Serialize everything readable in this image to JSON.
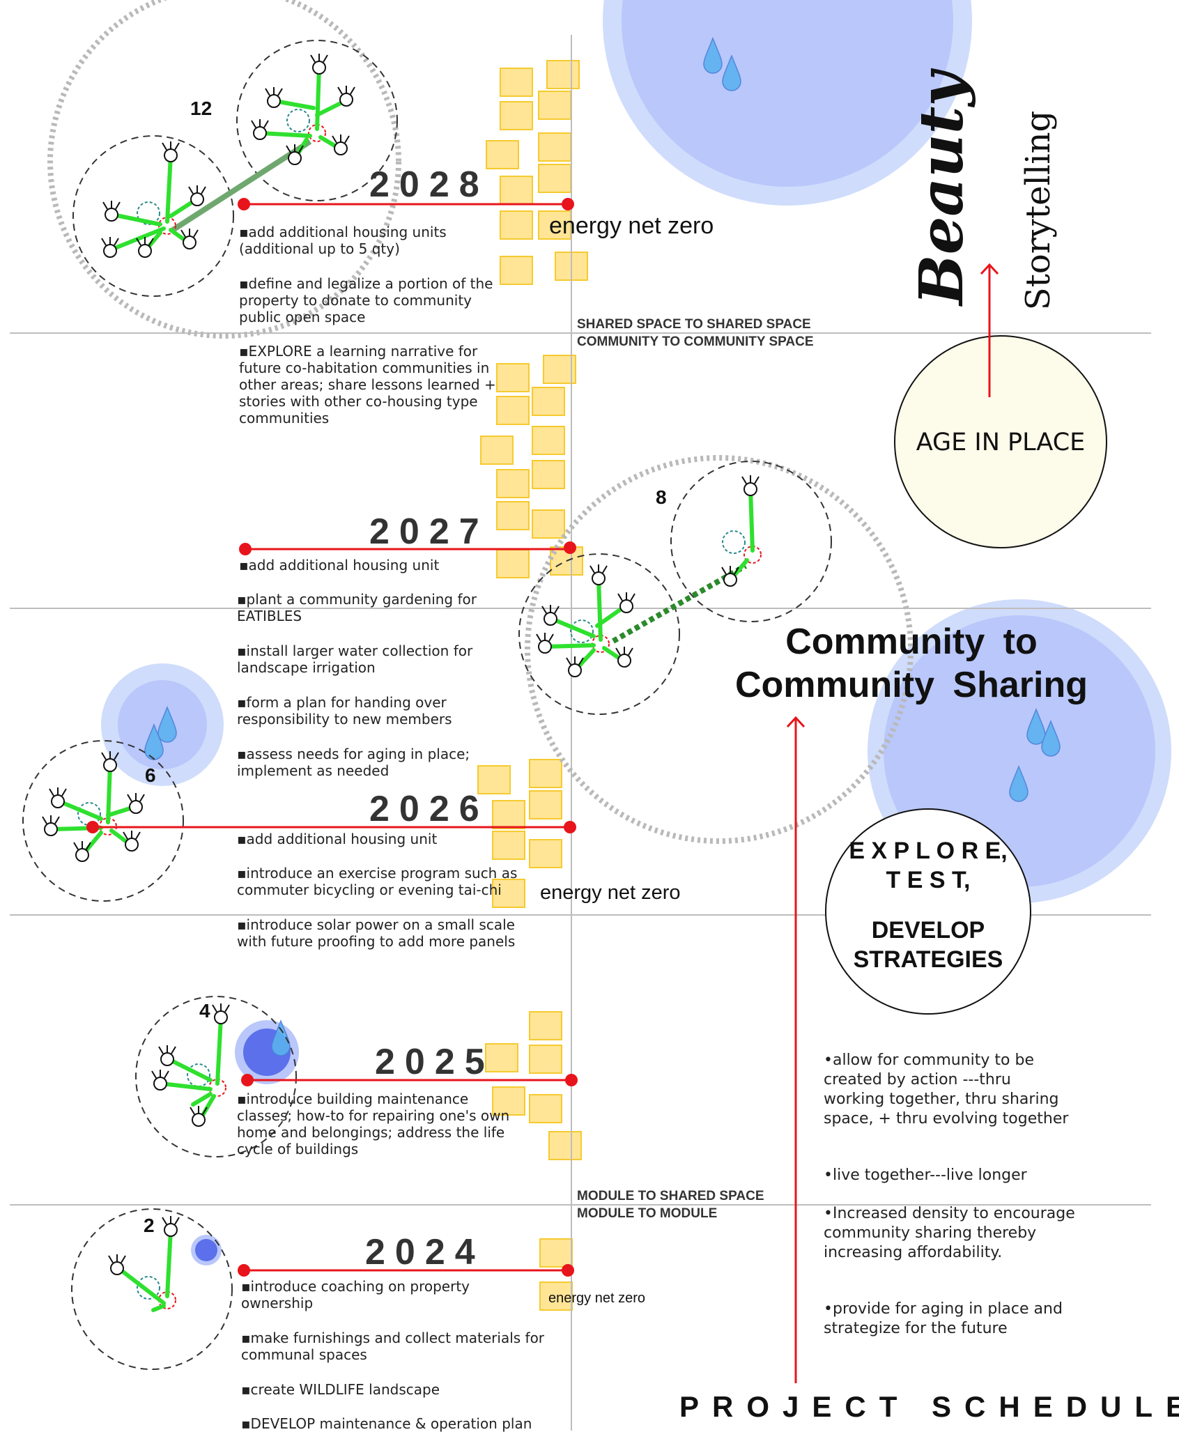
{
  "diagram": {
    "title": "PROJECT SCHEDULE",
    "main_label": [
      "Community  to",
      "Community  Sharing"
    ],
    "explore_circle": {
      "line1": "E X P L O R E,",
      "line2": "T E S T,",
      "line3": "DEVELOP",
      "line4": "STRATEGIES"
    },
    "age_in_place": "AGE IN PLACE",
    "beauty": "Beauty",
    "storytelling": "Storytelling",
    "section_heads": {
      "shared_1": "SHARED SPACE TO SHARED SPACE",
      "shared_2": "COMMUNITY TO COMMUNITY SPACE",
      "module_1": "MODULE TO SHARED SPACE",
      "module_2": "MODULE TO MODULE"
    },
    "energy_label": "energy net zero",
    "numbers": {
      "n12": "12",
      "n8": "8",
      "n6": "6",
      "n4": "4",
      "n2": "2"
    },
    "years": [
      {
        "year": "2028",
        "bullets": [
          "▪add additional housing units (additional up to 5 qty)",
          "▪define and legalize a portion of the property to donate to community public open space",
          "▪EXPLORE a learning narrative for future co-habitation communities in other areas; share lessons learned + stories with other co-housing type communities"
        ]
      },
      {
        "year": "2027",
        "bullets": [
          "▪add additional housing unit",
          "▪plant a community gardening for EATIBLES",
          "▪install larger water collection for landscape irrigation",
          "▪form a plan for handing over responsibility to new members",
          "▪assess needs for aging in place; implement as needed"
        ]
      },
      {
        "year": "2026",
        "bullets": [
          "▪add additional housing unit",
          "▪introduce an exercise program such as commuter bicycling or evening tai-chi",
          "▪introduce solar power on a small scale with future proofing to add more panels"
        ]
      },
      {
        "year": "2025",
        "bullets": [
          "▪introduce building maintenance classes; how-to for repairing one's own home and belongings; address the life cycle of buildings"
        ]
      },
      {
        "year": "2024",
        "bullets": [
          "▪introduce coaching on property ownership",
          "▪make furnishings and collect materials for communal spaces",
          "▪create WILDLIFE landscape",
          "▪DEVELOP maintenance & operation plan"
        ]
      }
    ],
    "strategies": [
      "•allow for community to be created by action ---thru working together, thru sharing space, + thru evolving together",
      "•live together---live longer",
      "•Increased density to encourage community sharing thereby increasing affordability.",
      "•provide for aging in place and strategize for the future"
    ],
    "colors": {
      "timeline_red": "#e8141b",
      "sticky_yellow": "#ffe38a",
      "branch_green": "#2fe02f",
      "water_blue": "#b9c7fb",
      "water_outer": "#cfdcfb",
      "drop_blue": "#5cb1ef",
      "age_fill": "#fdfbea"
    }
  }
}
